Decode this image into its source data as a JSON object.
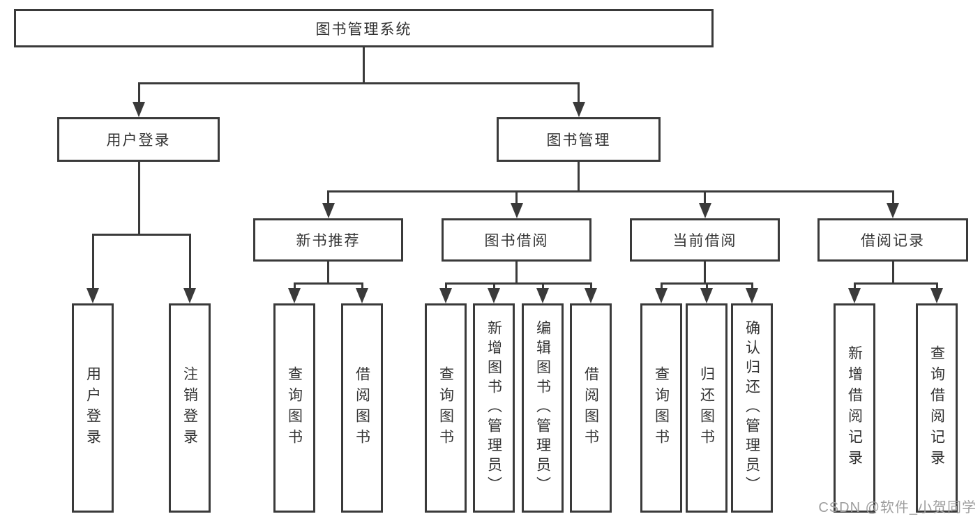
{
  "diagram": {
    "title": "图书管理系统",
    "tree": {
      "root": "图书管理系统",
      "level2": [
        "用户登录",
        "图书管理"
      ],
      "level3": [
        "新书推荐",
        "图书借阅",
        "当前借阅",
        "借阅记录"
      ],
      "leaves": {
        "user_login": [
          "用户登录",
          "注销登录"
        ],
        "new_book": [
          "查询图书",
          "借阅图书"
        ],
        "book_borrow": [
          "查询图书",
          "新增图书（管理员）",
          "编辑图书（管理员）",
          "借阅图书"
        ],
        "current_borrow": [
          "查询图书",
          "归还图书",
          "确认归还（管理员）"
        ],
        "borrow_record": [
          "新增借阅记录",
          "查询借阅记录"
        ]
      }
    },
    "watermark": "CSDN @软件_小贺同学",
    "colors": {
      "line": "#3a3a3a",
      "text": "#333333",
      "watermark": "#9e9e9e",
      "background": "#ffffff"
    }
  }
}
